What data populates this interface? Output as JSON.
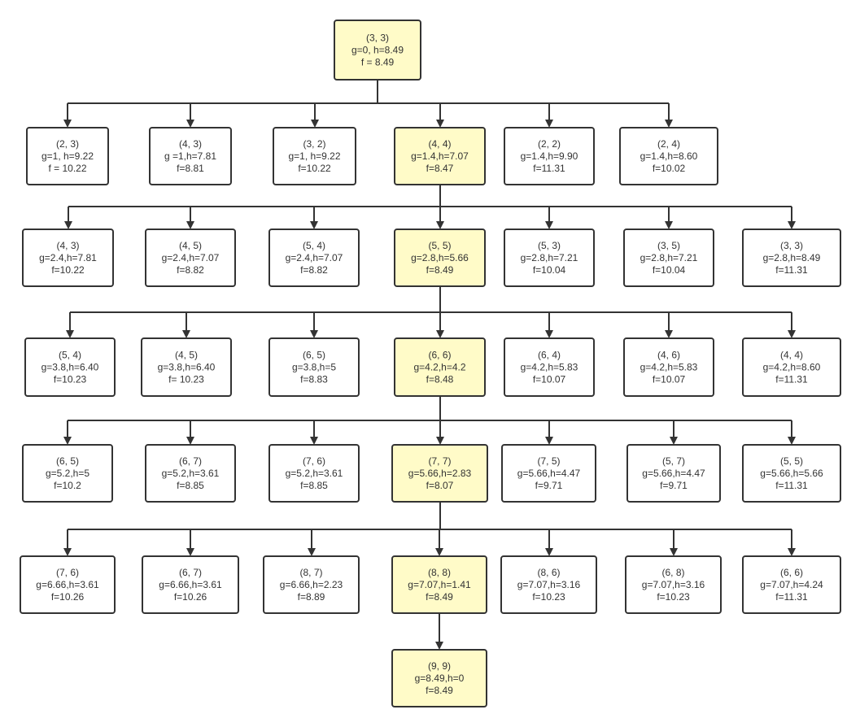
{
  "colors": {
    "highlight": "#fffbc8",
    "normal": "#ffffff",
    "stroke": "#333333"
  },
  "levels": [
    {
      "nodes": [
        {
          "lines": [
            "(3,  3)",
            "g=0,  h=8.49",
            "f = 8.49"
          ],
          "highlight": true
        }
      ]
    },
    {
      "nodes": [
        {
          "lines": [
            "(2,  3)",
            "g=1, h=9.22",
            "f = 10.22"
          ],
          "highlight": false
        },
        {
          "lines": [
            "(4,  3)",
            "g =1,h=7.81",
            "f=8.81"
          ],
          "highlight": false
        },
        {
          "lines": [
            "(3,  2)",
            "g=1, h=9.22",
            "f=10.22"
          ],
          "highlight": false
        },
        {
          "lines": [
            "(4,  4)",
            "g=1.4,h=7.07",
            "f=8.47"
          ],
          "highlight": true
        },
        {
          "lines": [
            "(2,  2)",
            "g=1.4,h=9.90",
            "f=11.31"
          ],
          "highlight": false
        },
        {
          "lines": [
            "(2,  4)",
            "g=1.4,h=8.60",
            "f=10.02"
          ],
          "highlight": false
        }
      ]
    },
    {
      "nodes": [
        {
          "lines": [
            "(4,  3)",
            "g=2.4,h=7.81",
            "f=10.22"
          ],
          "highlight": false
        },
        {
          "lines": [
            "(4,  5)",
            "g=2.4,h=7.07",
            "f=8.82"
          ],
          "highlight": false
        },
        {
          "lines": [
            "(5,  4)",
            "g=2.4,h=7.07",
            "f=8.82"
          ],
          "highlight": false
        },
        {
          "lines": [
            "(5,  5)",
            "g=2.8,h=5.66",
            "f=8.49"
          ],
          "highlight": true
        },
        {
          "lines": [
            "(5,  3)",
            "g=2.8,h=7.21",
            "f=10.04"
          ],
          "highlight": false
        },
        {
          "lines": [
            "(3,  5)",
            "g=2.8,h=7.21",
            "f=10.04"
          ],
          "highlight": false
        },
        {
          "lines": [
            "(3,  3)",
            "g=2.8,h=8.49",
            "f=11.31"
          ],
          "highlight": false
        }
      ]
    },
    {
      "nodes": [
        {
          "lines": [
            "(5,  4)",
            "g=3.8,h=6.40",
            "f=10.23"
          ],
          "highlight": false
        },
        {
          "lines": [
            "(4,  5)",
            "g=3.8,h=6.40",
            "f= 10.23"
          ],
          "highlight": false
        },
        {
          "lines": [
            "(6,  5)",
            "g=3.8,h=5",
            "f=8.83"
          ],
          "highlight": false
        },
        {
          "lines": [
            "(6,  6)",
            "g=4.2,h=4.2",
            "f=8.48"
          ],
          "highlight": true
        },
        {
          "lines": [
            "(6,  4)",
            "g=4.2,h=5.83",
            "f=10.07"
          ],
          "highlight": false
        },
        {
          "lines": [
            "(4,  6)",
            "g=4.2,h=5.83",
            "f=10.07"
          ],
          "highlight": false
        },
        {
          "lines": [
            "(4,  4)",
            "g=4.2,h=8.60",
            "f=11.31"
          ],
          "highlight": false
        }
      ]
    },
    {
      "nodes": [
        {
          "lines": [
            "(6,  5)",
            "g=5.2,h=5",
            "f=10.2"
          ],
          "highlight": false
        },
        {
          "lines": [
            "(6,  7)",
            "g=5.2,h=3.61",
            "f=8.85"
          ],
          "highlight": false
        },
        {
          "lines": [
            "(7,  6)",
            "g=5.2,h=3.61",
            "f=8.85"
          ],
          "highlight": false
        },
        {
          "lines": [
            "(7,  7)",
            "g=5.66,h=2.83",
            "f=8.07"
          ],
          "highlight": true
        },
        {
          "lines": [
            "(7,  5)",
            "g=5.66,h=4.47",
            "f=9.71"
          ],
          "highlight": false
        },
        {
          "lines": [
            "(5,  7)",
            "g=5.66,h=4.47",
            "f=9.71"
          ],
          "highlight": false
        },
        {
          "lines": [
            "(5,  5)",
            "g=5.66,h=5.66",
            "f=11.31"
          ],
          "highlight": false
        }
      ]
    },
    {
      "nodes": [
        {
          "lines": [
            "(7,  6)",
            "g=6.66,h=3.61",
            "f=10.26"
          ],
          "highlight": false
        },
        {
          "lines": [
            "(6,  7)",
            "g=6.66,h=3.61",
            "f=10.26"
          ],
          "highlight": false
        },
        {
          "lines": [
            "(8,  7)",
            "g=6.66,h=2.23",
            "f=8.89"
          ],
          "highlight": false
        },
        {
          "lines": [
            "(8,  8)",
            "g=7.07,h=1.41",
            "f=8.49"
          ],
          "highlight": true
        },
        {
          "lines": [
            "(8,  6)",
            "g=7.07,h=3.16",
            "f=10.23"
          ],
          "highlight": false
        },
        {
          "lines": [
            "(6,  8)",
            "g=7.07,h=3.16",
            "f=10.23"
          ],
          "highlight": false
        },
        {
          "lines": [
            "(6,  6)",
            "g=7.07,h=4.24",
            "f=11.31"
          ],
          "highlight": false
        }
      ]
    },
    {
      "nodes": [
        {
          "lines": [
            "(9,  9)",
            "g=8.49,h=0",
            "f=8.49"
          ],
          "highlight": true
        }
      ]
    }
  ]
}
